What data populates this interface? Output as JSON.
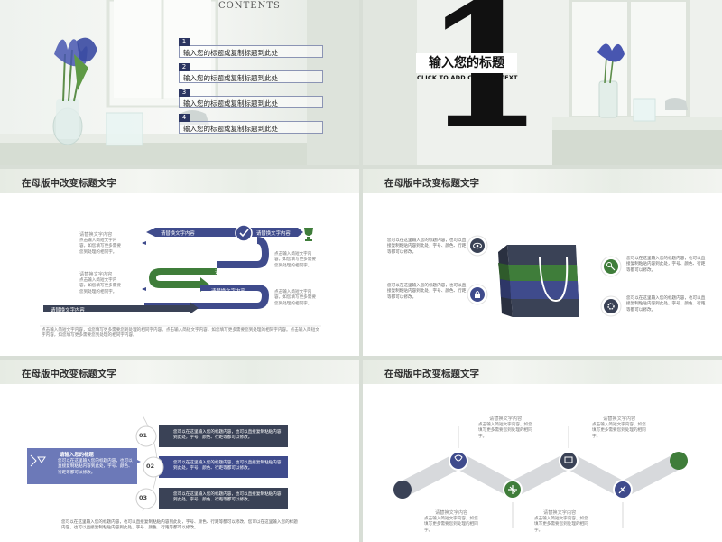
{
  "slide1": {
    "contents_title": "CONTENTS",
    "items": [
      {
        "num": "1",
        "text": "输入您的标题或复制标题到此处"
      },
      {
        "num": "2",
        "text": "输入您的标题或复制标题到此处"
      },
      {
        "num": "3",
        "text": "输入您的标题或复制标题到此处"
      },
      {
        "num": "4",
        "text": "输入您的标题或复制标题到此处"
      }
    ]
  },
  "slide2": {
    "big_number": "1",
    "title": "输入您的标题",
    "subtitle": "CLICK TO ADD CAPTION TEXT"
  },
  "slide3": {
    "title": "在母版中改变标题文字",
    "arrow_labels": [
      "请替换文字内容",
      "请替换文字内容",
      "请替换文字内容",
      "请替换文字内容",
      "请替换文字内容",
      "请替换文字内容"
    ],
    "left_heads": [
      "请替换文字内容",
      "请替换文字内容"
    ],
    "left_bodies": [
      "点击输入简短文字内容，如您填写更多需要您到处理的相同字。",
      "点击输入简短文字内容，如您填写更多需要您到处理的相同字。"
    ],
    "right_bodies": [
      "点击输入简短文字内容，如您填写更多需要您到处理的相同字。",
      "点击输入简短文字内容，如您填写更多需要您到处理的相同字。"
    ],
    "footer": "点击输入简短文字内容，如您填写更多需要您到处理的相同字内容。点击输入简短文字内容，如您填写更多需要您到处理的相同字内容。点击输入简短文字内容，如您填写更多需要您到处理的相同字内容。"
  },
  "slide4": {
    "title": "在母版中改变标题文字",
    "blocks": [
      "您可以在这里输入您的标题内容，也可以直接复制粘贴内容到此处，字号、颜色、行距等都可以修改。",
      "您可以在这里输入您的标题内容，也可以直接复制粘贴内容到此处，字号、颜色、行距等都可以修改。",
      "您可以在这里输入您的标题内容，也可以直接复制粘贴内容到此处，字号、颜色、行距等都可以修改。",
      "您可以在这里输入您的标题内容，也可以直接复制粘贴内容到此处，字号、颜色、行距等都可以修改。"
    ],
    "colors": {
      "navy": "#3f4b8c",
      "green": "#3f7d3a",
      "slate": "#3b4a5d"
    }
  },
  "slide5": {
    "title": "在母版中改变标题文字",
    "left_title": "请输入您的标题",
    "left_body": "您可以在这里输入您的标题内容，也可以直接复制粘贴内容到此处，字号、颜色、行距等都可以修改。",
    "circles": [
      "01",
      "02",
      "03"
    ],
    "bar_texts": [
      "您可以在这里输入您的标题内容，也可以直接复制粘贴内容到此处，字号、颜色、行距等都可以修改。",
      "您可以在这里输入您的标题内容，也可以直接复制粘贴内容到此处，字号、颜色、行距等都可以修改。",
      "您可以在这里输入您的标题内容，也可以直接复制粘贴内容到此处，字号、颜色、行距等都可以修改。"
    ],
    "footer": "您可以在这里输入您的标题内容，也可以直接复制粘贴内容到此处，字号、颜色、行距等都可以修改。您可以在这里输入您的标题内容，也可以直接复制粘贴内容到此处，字号、颜色、行距等都可以修改。"
  },
  "slide6": {
    "title": "在母版中改变标题文字",
    "heads": [
      "请替换文字内容",
      "请替换文字内容",
      "请替换文字内容",
      "请替换文字内容"
    ],
    "bodies": [
      "点击输入简短文字内容，如您填写更多需要您到处理的相同字。",
      "点击输入简短文字内容，如您填写更多需要您到处理的相同字。",
      "点击输入简短文字内容，如您填写更多需要您到处理的相同字。",
      "点击输入简短文字内容，如您填写更多需要您到处理的相同字。"
    ]
  },
  "colors": {
    "navy": "#3f4b8c",
    "green": "#3f7d3a",
    "dark_slate": "#3a4256",
    "grey_zigzag": "#d7d9dc"
  }
}
